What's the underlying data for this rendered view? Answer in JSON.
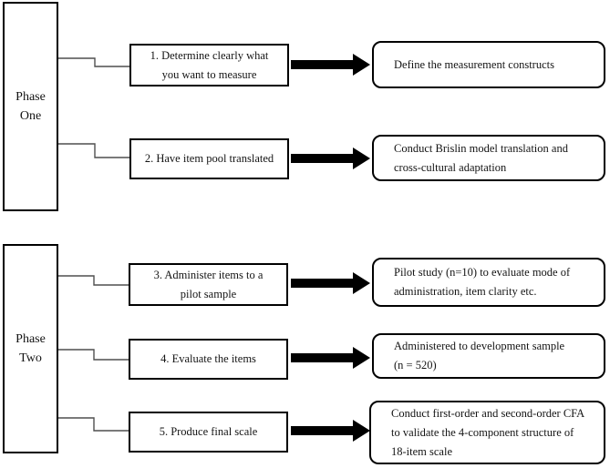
{
  "phases": [
    {
      "label": "Phase\nOne"
    },
    {
      "label": "Phase\nTwo"
    }
  ],
  "rows": [
    {
      "step": "1. Determine clearly what\nyou want to measure",
      "outcome": "Define the measurement constructs"
    },
    {
      "step": "2. Have item pool translated",
      "outcome": "Conduct Brislin model translation and\ncross-cultural adaptation"
    },
    {
      "step": "3. Administer items to a\npilot sample",
      "outcome": "Pilot study (n=10) to evaluate mode of\nadministration, item clarity etc."
    },
    {
      "step": "4. Evaluate the items",
      "outcome": "Administered to development sample\n(n = 520)"
    },
    {
      "step": "5. Produce final scale",
      "outcome": "Conduct first-order and second-order CFA\nto validate the 4-component structure of\n18-item scale"
    }
  ],
  "colors": {
    "border": "#000000",
    "connector": "#4f4f4f",
    "background": "#ffffff"
  }
}
